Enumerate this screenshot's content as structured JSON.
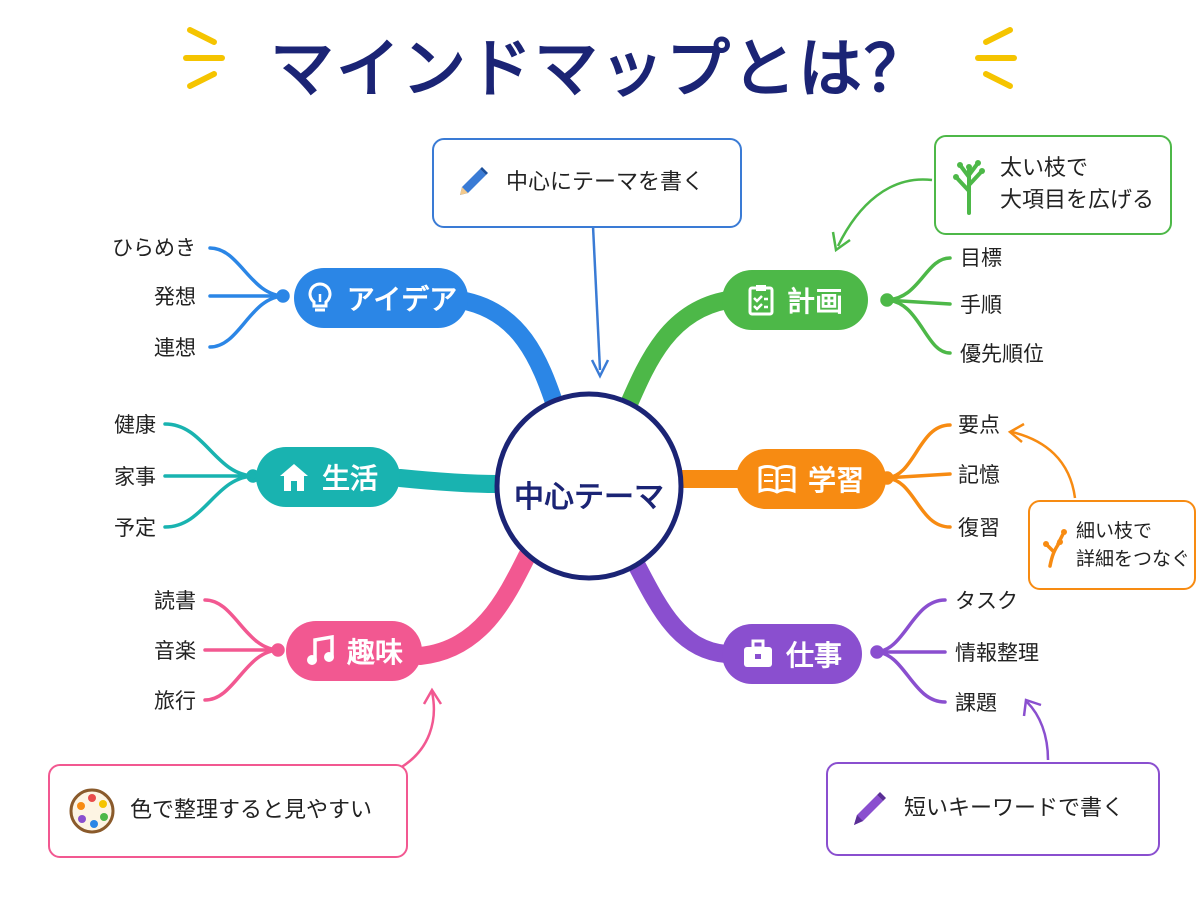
{
  "title": "マインドマップとは？",
  "center": {
    "label": "中心テーマ"
  },
  "branches": {
    "idea": {
      "label": "アイデア",
      "color": "#2b86e6",
      "leaves": [
        "ひらめき",
        "発想",
        "連想"
      ]
    },
    "life": {
      "label": "生活",
      "color": "#19b3b0",
      "leaves": [
        "健康",
        "家事",
        "予定"
      ]
    },
    "hobby": {
      "label": "趣味",
      "color": "#f25891",
      "leaves": [
        "読書",
        "音楽",
        "旅行"
      ]
    },
    "plan": {
      "label": "計画",
      "color": "#4db848",
      "leaves": [
        "目標",
        "手順",
        "優先順位"
      ]
    },
    "study": {
      "label": "学習",
      "color": "#f78b12",
      "leaves": [
        "要点",
        "記憶",
        "復習"
      ]
    },
    "work": {
      "label": "仕事",
      "color": "#8a4fcf",
      "leaves": [
        "タスク",
        "情報整理",
        "課題"
      ]
    }
  },
  "callouts": {
    "center_note": {
      "text": "中心にテーマを書く",
      "color": "#3a7bd5",
      "icon": "pencil-icon"
    },
    "thick_branch": {
      "line1": "太い枝で",
      "line2": "大項目を広げる",
      "color": "#4db848",
      "icon": "branch-icon"
    },
    "thin_branch": {
      "line1": "細い枝で",
      "line2": "詳細をつなぐ",
      "color": "#f78b12",
      "icon": "twig-icon"
    },
    "color_note": {
      "text": "色で整理すると見やすい",
      "color": "#f25891",
      "icon": "palette-icon"
    },
    "keyword_note": {
      "text": "短いキーワードで書く",
      "color": "#8a4fcf",
      "icon": "pen-icon"
    }
  },
  "accent": {
    "title_color": "#1b2475",
    "sparkle_color": "#f5c400"
  }
}
